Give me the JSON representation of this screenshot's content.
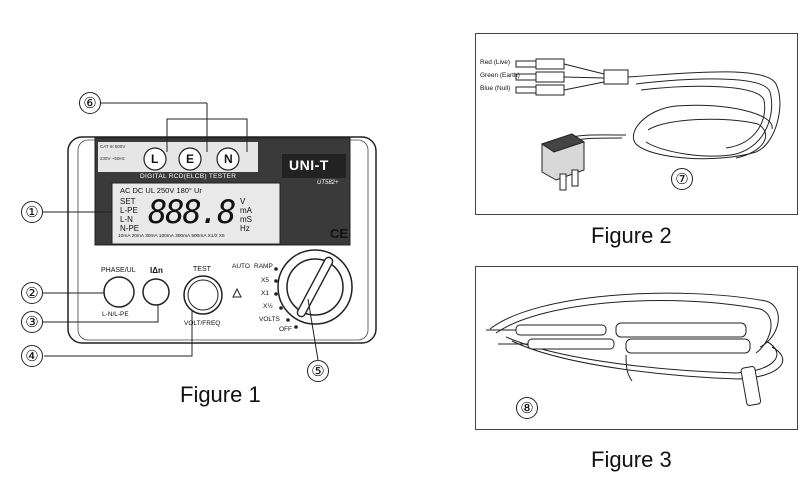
{
  "figure1": {
    "caption": "Figure 1",
    "brand": "UNI-T",
    "model": "UT582+",
    "device_title": "DIGITAL RCD(ELCB) TESTER",
    "cat_label": "CAT III 600V",
    "volt_label": "230V ~50Hz",
    "terminals": [
      "L",
      "E",
      "N"
    ],
    "lcd": {
      "top_row": "AC DC UL 250V 180° Ur",
      "modes": [
        "SET",
        "L-PE",
        "L-N",
        "N-PE"
      ],
      "digits": "888.8",
      "units": [
        "V",
        "mA",
        "mS",
        "Hz"
      ],
      "bottom_row": "10mA 20mA 30mA 100mA 300mA 500mA  X1/2 X5"
    },
    "buttons": {
      "phase_label": "PHASE/UL",
      "phase_sub": "L-N/L-PE",
      "idn_label": "IΔn",
      "test_label": "TEST",
      "test_sub": "VOLT/FREQ"
    },
    "dial": [
      "AUTO",
      "RAMP",
      "X5",
      "X1",
      "X½",
      "VOLTS",
      "OFF"
    ],
    "callouts": [
      "①",
      "②",
      "③",
      "④",
      "⑤",
      "⑥"
    ],
    "ce_mark": "CE"
  },
  "figure2": {
    "caption": "Figure 2",
    "leads": [
      "Red (Live)",
      "Green (Earth)",
      "Blue (Null)"
    ],
    "callout": "⑦"
  },
  "figure3": {
    "caption": "Figure 3",
    "callout": "⑧"
  }
}
